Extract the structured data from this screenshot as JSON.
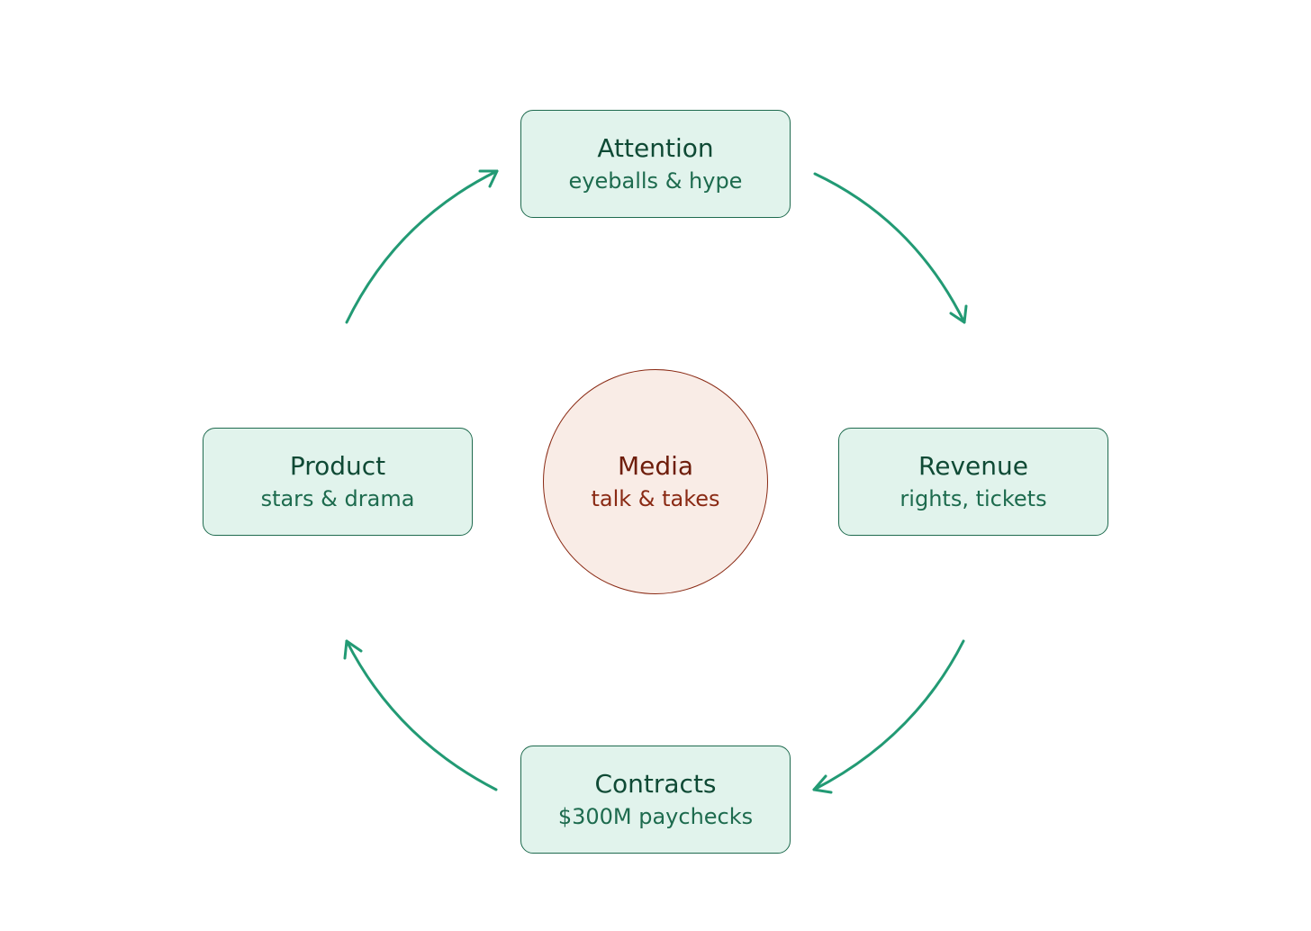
{
  "colors": {
    "node_fill": "#e1f3ec",
    "node_border": "#1f6b4f",
    "node_title": "#0f4a35",
    "node_sub": "#1d6b4e",
    "arrow": "#229a74",
    "hub_fill": "#f9ece6",
    "hub_border": "#8a2a14",
    "hub_title": "#6e1d0b"
  },
  "nodes": {
    "attention": {
      "title": "Attention",
      "subtitle": "eyeballs & hype"
    },
    "revenue": {
      "title": "Revenue",
      "subtitle": "rights, tickets"
    },
    "contracts": {
      "title": "Contracts",
      "subtitle": "$300M paychecks"
    },
    "product": {
      "title": "Product",
      "subtitle": "stars & drama"
    }
  },
  "hub": {
    "title": "Media",
    "subtitle": "talk & takes"
  },
  "edges": [
    {
      "from": "attention",
      "to": "revenue"
    },
    {
      "from": "revenue",
      "to": "contracts"
    },
    {
      "from": "contracts",
      "to": "product"
    },
    {
      "from": "product",
      "to": "attention"
    }
  ]
}
